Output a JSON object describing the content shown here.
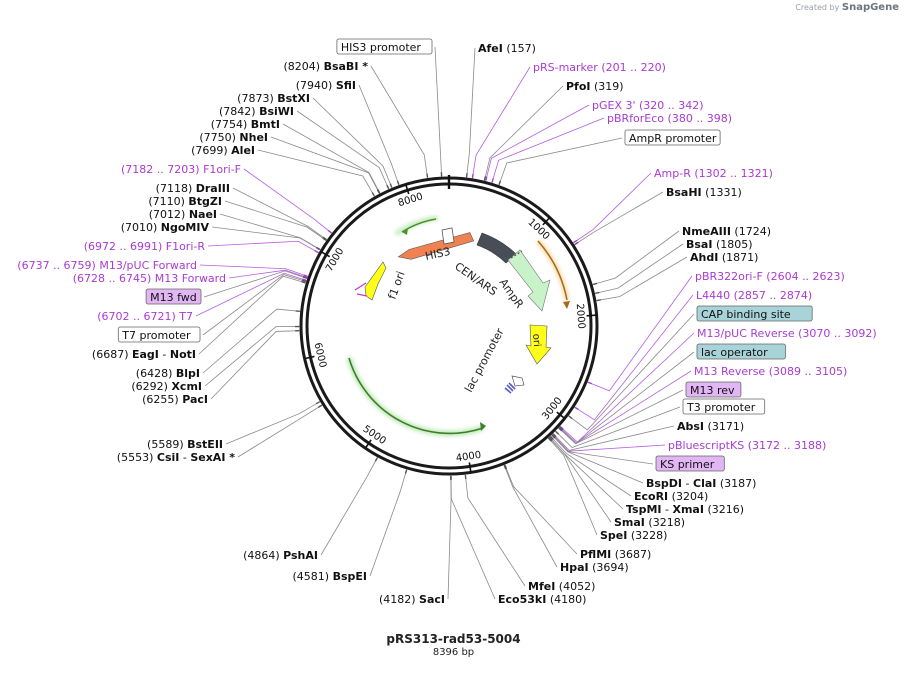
{
  "header": {
    "created_by": "Created by",
    "brand": "SnapGene"
  },
  "plasmid": {
    "name": "pRS313-rad53-5004",
    "length_text": "8396 bp",
    "length": 8396
  },
  "ticks": [
    {
      "pos": 1000,
      "label": "1000"
    },
    {
      "pos": 2000,
      "label": "2000"
    },
    {
      "pos": 3000,
      "label": "3000"
    },
    {
      "pos": 4000,
      "label": "4000"
    },
    {
      "pos": 5000,
      "label": "5000"
    },
    {
      "pos": 6000,
      "label": "6000"
    },
    {
      "pos": 7000,
      "label": "7000"
    },
    {
      "pos": 8000,
      "label": "8000"
    }
  ],
  "features": [
    {
      "name": "HIS3",
      "kind": "cds",
      "color": "#f08252"
    },
    {
      "name": "CEN/ARS",
      "kind": "misc",
      "color": "#474e58"
    },
    {
      "name": "AmpR",
      "kind": "cds",
      "color": "#c8f3c8"
    },
    {
      "name": "ori",
      "kind": "rep",
      "color": "#ffff1a"
    },
    {
      "name": "lac promoter",
      "kind": "promoter",
      "color": "#ffffff"
    },
    {
      "name": "f1 ori",
      "kind": "rep",
      "color": "#ffff1a"
    },
    {
      "name": "",
      "kind": "cds",
      "color": "#6aa35a"
    }
  ],
  "labels_right": [
    {
      "pos": 157,
      "boxed": false,
      "purple": false,
      "parts": [
        "AfeI"
      ],
      "num": "(157)"
    },
    {
      "pos": 210,
      "boxed": false,
      "purple": true,
      "parts": [
        "pRS-marker"
      ],
      "num": "(201 .. 220)"
    },
    {
      "pos": 319,
      "boxed": false,
      "purple": false,
      "parts": [
        "PfoI"
      ],
      "num": "(319)"
    },
    {
      "pos": 331,
      "boxed": false,
      "purple": true,
      "parts": [
        "pGEX 3'"
      ],
      "num": "(320 .. 342)"
    },
    {
      "pos": 389,
      "boxed": false,
      "purple": true,
      "parts": [
        "pBRforEco"
      ],
      "num": "(380 .. 398)"
    },
    {
      "pos": 455,
      "boxed": true,
      "box": "white",
      "parts": [
        "AmpR promoter"
      ],
      "num": ""
    },
    {
      "pos": 1311,
      "boxed": false,
      "purple": true,
      "parts": [
        "Amp-R"
      ],
      "num": "(1302 .. 1321)"
    },
    {
      "pos": 1331,
      "boxed": false,
      "purple": false,
      "parts": [
        "BsaHI"
      ],
      "num": "(1331)"
    },
    {
      "pos": 1724,
      "boxed": false,
      "purple": false,
      "parts": [
        "NmeAIII"
      ],
      "num": "(1724)"
    },
    {
      "pos": 1805,
      "boxed": false,
      "purple": false,
      "parts": [
        "BsaI"
      ],
      "num": "(1805)"
    },
    {
      "pos": 1871,
      "boxed": false,
      "purple": false,
      "parts": [
        "AhdI"
      ],
      "num": "(1871)"
    },
    {
      "pos": 2613,
      "boxed": false,
      "purple": true,
      "parts": [
        "pBR322ori-F"
      ],
      "num": "(2604 .. 2623)"
    },
    {
      "pos": 2865,
      "boxed": false,
      "purple": true,
      "parts": [
        "L4440"
      ],
      "num": "(2857 .. 2874)"
    },
    {
      "pos": 2960,
      "boxed": true,
      "box": "teal",
      "parts": [
        "CAP binding site"
      ],
      "num": ""
    },
    {
      "pos": 3081,
      "boxed": false,
      "purple": true,
      "parts": [
        "M13/pUC Reverse"
      ],
      "num": "(3070 .. 3092)"
    },
    {
      "pos": 3090,
      "boxed": true,
      "box": "teal",
      "parts": [
        "lac operator"
      ],
      "num": ""
    },
    {
      "pos": 3097,
      "boxed": false,
      "purple": true,
      "parts": [
        "M13 Reverse"
      ],
      "num": "(3089 .. 3105)"
    },
    {
      "pos": 3100,
      "boxed": true,
      "box": "violet",
      "parts": [
        "M13 rev"
      ],
      "num": ""
    },
    {
      "pos": 3140,
      "boxed": true,
      "box": "white",
      "parts": [
        "T3 promoter"
      ],
      "num": ""
    },
    {
      "pos": 3171,
      "boxed": false,
      "purple": false,
      "parts": [
        "AbsI"
      ],
      "num": "(3171)"
    },
    {
      "pos": 3180,
      "boxed": false,
      "purple": true,
      "parts": [
        "pBluescriptKS"
      ],
      "num": "(3172 .. 3188)"
    },
    {
      "pos": 3185,
      "boxed": true,
      "box": "violet",
      "parts": [
        "KS primer"
      ],
      "num": ""
    },
    {
      "pos": 3187,
      "boxed": false,
      "purple": false,
      "parts": [
        "BspDI",
        "ClaI"
      ],
      "num": "(3187)"
    },
    {
      "pos": 3204,
      "boxed": false,
      "purple": false,
      "parts": [
        "EcoRI"
      ],
      "num": "(3204)"
    },
    {
      "pos": 3216,
      "boxed": false,
      "purple": false,
      "parts": [
        "TspMI",
        "XmaI"
      ],
      "num": "(3216)"
    },
    {
      "pos": 3218,
      "boxed": false,
      "purple": false,
      "parts": [
        "SmaI"
      ],
      "num": "(3218)"
    },
    {
      "pos": 3228,
      "boxed": false,
      "purple": false,
      "parts": [
        "SpeI"
      ],
      "num": "(3228)"
    },
    {
      "pos": 3687,
      "boxed": false,
      "purple": false,
      "parts": [
        "PflMI"
      ],
      "num": "(3687)"
    },
    {
      "pos": 3694,
      "boxed": false,
      "purple": false,
      "parts": [
        "HpaI"
      ],
      "num": "(3694)"
    },
    {
      "pos": 4052,
      "boxed": false,
      "purple": false,
      "parts": [
        "MfeI"
      ],
      "num": "(4052)"
    },
    {
      "pos": 4180,
      "boxed": false,
      "purple": false,
      "parts": [
        "Eco53kI"
      ],
      "num": "(4180)"
    }
  ],
  "labels_left": [
    {
      "pos": 8330,
      "boxed": true,
      "box": "white",
      "parts": [
        "HIS3 promoter"
      ],
      "num": ""
    },
    {
      "pos": 8204,
      "boxed": false,
      "purple": false,
      "parts": [
        "BsaBI *"
      ],
      "num": "(8204)"
    },
    {
      "pos": 7940,
      "boxed": false,
      "purple": false,
      "parts": [
        "SfiI"
      ],
      "num": "(7940)"
    },
    {
      "pos": 7873,
      "boxed": false,
      "purple": false,
      "parts": [
        "BstXI"
      ],
      "num": "(7873)"
    },
    {
      "pos": 7842,
      "boxed": false,
      "purple": false,
      "parts": [
        "BsiWI"
      ],
      "num": "(7842)"
    },
    {
      "pos": 7754,
      "boxed": false,
      "purple": false,
      "parts": [
        "BmtI"
      ],
      "num": "(7754)"
    },
    {
      "pos": 7750,
      "boxed": false,
      "purple": false,
      "parts": [
        "NheI"
      ],
      "num": "(7750)"
    },
    {
      "pos": 7699,
      "boxed": false,
      "purple": false,
      "parts": [
        "AleI"
      ],
      "num": "(7699)"
    },
    {
      "pos": 7192,
      "boxed": false,
      "purple": true,
      "parts": [
        "F1ori-F"
      ],
      "num": "(7182 .. 7203)"
    },
    {
      "pos": 7118,
      "boxed": false,
      "purple": false,
      "parts": [
        "DraIII"
      ],
      "num": "(7118)"
    },
    {
      "pos": 7110,
      "boxed": false,
      "purple": false,
      "parts": [
        "BtgZI"
      ],
      "num": "(7110)"
    },
    {
      "pos": 7012,
      "boxed": false,
      "purple": false,
      "parts": [
        "NaeI"
      ],
      "num": "(7012)"
    },
    {
      "pos": 7010,
      "boxed": false,
      "purple": false,
      "parts": [
        "NgoMIV"
      ],
      "num": "(7010)"
    },
    {
      "pos": 6981,
      "boxed": false,
      "purple": true,
      "parts": [
        "F1ori-R"
      ],
      "num": "(6972 .. 6991)"
    },
    {
      "pos": 6748,
      "boxed": false,
      "purple": true,
      "parts": [
        "M13/pUC Forward"
      ],
      "num": "(6737 .. 6759)"
    },
    {
      "pos": 6736,
      "boxed": false,
      "purple": true,
      "parts": [
        "M13 Forward"
      ],
      "num": "(6728 .. 6745)"
    },
    {
      "pos": 6730,
      "boxed": true,
      "box": "violet",
      "parts": [
        "M13 fwd"
      ],
      "num": ""
    },
    {
      "pos": 6711,
      "boxed": false,
      "purple": true,
      "parts": [
        "T7"
      ],
      "num": "(6702 .. 6721)"
    },
    {
      "pos": 6700,
      "boxed": true,
      "box": "white",
      "parts": [
        "T7 promoter"
      ],
      "num": ""
    },
    {
      "pos": 6687,
      "boxed": false,
      "purple": false,
      "parts": [
        "EagI",
        "NotI"
      ],
      "num": "(6687)"
    },
    {
      "pos": 6428,
      "boxed": false,
      "purple": false,
      "parts": [
        "BlpI"
      ],
      "num": "(6428)"
    },
    {
      "pos": 6292,
      "boxed": false,
      "purple": false,
      "parts": [
        "XcmI"
      ],
      "num": "(6292)"
    },
    {
      "pos": 6255,
      "boxed": false,
      "purple": false,
      "parts": [
        "PacI"
      ],
      "num": "(6255)"
    },
    {
      "pos": 5589,
      "boxed": false,
      "purple": false,
      "parts": [
        "BstEII"
      ],
      "num": "(5589)"
    },
    {
      "pos": 5553,
      "boxed": false,
      "purple": false,
      "parts": [
        "CsiI",
        "SexAI *"
      ],
      "num": "(5553)"
    },
    {
      "pos": 4864,
      "boxed": false,
      "purple": false,
      "parts": [
        "PshAI"
      ],
      "num": "(4864)"
    },
    {
      "pos": 4581,
      "boxed": false,
      "purple": false,
      "parts": [
        "BspEI"
      ],
      "num": "(4581)"
    },
    {
      "pos": 4182,
      "boxed": false,
      "purple": false,
      "parts": [
        "SacI"
      ],
      "num": "(4182)"
    }
  ]
}
